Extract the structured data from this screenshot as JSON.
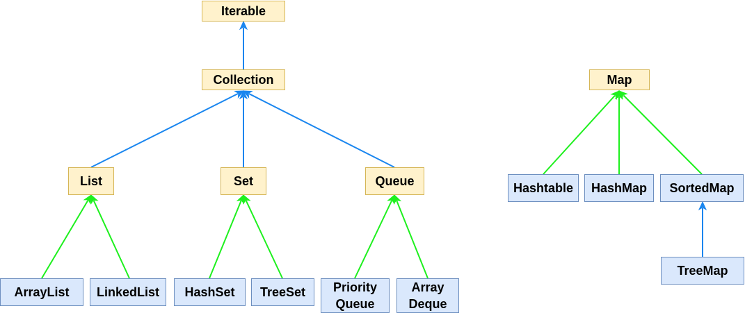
{
  "nodes": {
    "iterable": {
      "label": "Iterable",
      "kind": "interface"
    },
    "collection": {
      "label": "Collection",
      "kind": "interface"
    },
    "list": {
      "label": "List",
      "kind": "interface"
    },
    "set": {
      "label": "Set",
      "kind": "interface"
    },
    "queue": {
      "label": "Queue",
      "kind": "interface"
    },
    "arraylist": {
      "label": "ArrayList",
      "kind": "class"
    },
    "linkedlist": {
      "label": "LinkedList",
      "kind": "class"
    },
    "hashset": {
      "label": "HashSet",
      "kind": "class"
    },
    "treeset": {
      "label": "TreeSet",
      "kind": "class"
    },
    "pqueue": {
      "label": "Priority\nQueue",
      "kind": "class"
    },
    "adeque": {
      "label": "Array\nDeque",
      "kind": "class"
    },
    "map": {
      "label": "Map",
      "kind": "interface"
    },
    "hashtable": {
      "label": "Hashtable",
      "kind": "class"
    },
    "hashmap": {
      "label": "HashMap",
      "kind": "class"
    },
    "sortedmap": {
      "label": "SortedMap",
      "kind": "interface"
    },
    "treemap": {
      "label": "TreeMap",
      "kind": "class"
    }
  },
  "edges": [
    {
      "from": "collection",
      "to": "iterable",
      "relation": "extends"
    },
    {
      "from": "list",
      "to": "collection",
      "relation": "extends"
    },
    {
      "from": "set",
      "to": "collection",
      "relation": "extends"
    },
    {
      "from": "queue",
      "to": "collection",
      "relation": "extends"
    },
    {
      "from": "arraylist",
      "to": "list",
      "relation": "implements"
    },
    {
      "from": "linkedlist",
      "to": "list",
      "relation": "implements"
    },
    {
      "from": "hashset",
      "to": "set",
      "relation": "implements"
    },
    {
      "from": "treeset",
      "to": "set",
      "relation": "implements"
    },
    {
      "from": "pqueue",
      "to": "queue",
      "relation": "implements"
    },
    {
      "from": "adeque",
      "to": "queue",
      "relation": "implements"
    },
    {
      "from": "hashtable",
      "to": "map",
      "relation": "implements"
    },
    {
      "from": "hashmap",
      "to": "map",
      "relation": "implements"
    },
    {
      "from": "sortedmap",
      "to": "map",
      "relation": "implements"
    },
    {
      "from": "treemap",
      "to": "sortedmap",
      "relation": "extends"
    }
  ],
  "colors": {
    "extends": "#1a86ef",
    "implements": "#1ef01e",
    "interface_fill": "#fff2cc",
    "class_fill": "#dae8fc"
  }
}
